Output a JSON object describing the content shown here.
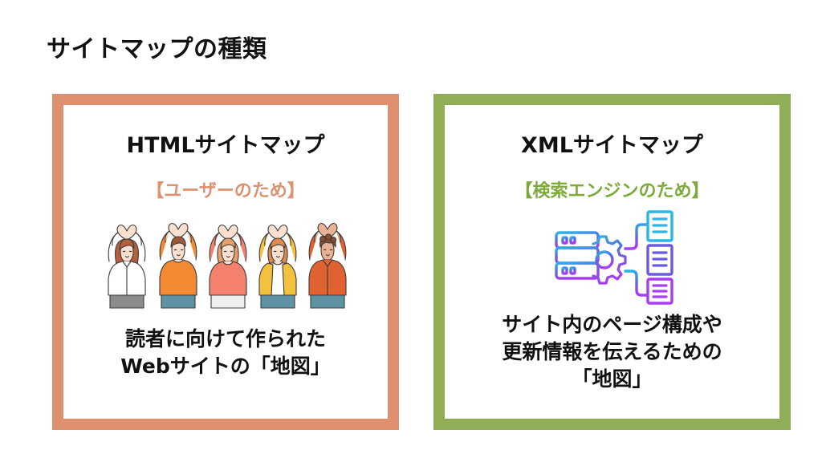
{
  "slide": {
    "title": "サイトマップの種類",
    "background_color": "#ffffff",
    "title_color": "#121212"
  },
  "cards": [
    {
      "id": "html-sitemap",
      "heading": "HTMLサイトマップ",
      "subheading": "【ユーザーのため】",
      "subheading_color": "#dd9272",
      "border_color": "#dd8f6e",
      "illustration": "people-making-heart-hands",
      "description_lines": [
        "読者に向けて作られた",
        "Webサイトの「地図」"
      ]
    },
    {
      "id": "xml-sitemap",
      "heading": "XMLサイトマップ",
      "subheading": "【検索エンジンのため】",
      "subheading_color": "#7dab3b",
      "border_color": "#8fae55",
      "illustration": "server-gear-to-documents",
      "description_lines": [
        "サイト内のページ構成や",
        "更新情報を伝えるための",
        "「地図」"
      ]
    }
  ],
  "illustration_palette": {
    "people": [
      {
        "hair": "#b5603c",
        "top": "#ffffff",
        "bottom": "#8c8c8c"
      },
      {
        "hair": "#9c5a38",
        "top": "#f28a33",
        "bottom": "#5e93a3"
      },
      {
        "hair": "#e8a06a",
        "top": "#f4806e",
        "bottom": "#efefef"
      },
      {
        "hair": "#e08a4e",
        "top": "#f4c13f",
        "bottom": "#5e93a3"
      },
      {
        "hair": "#8a4f2e",
        "top": "#e06232",
        "bottom": "#5e93a3"
      }
    ],
    "skin": "#fbe0cf",
    "outline": "#3b3b3b",
    "xml_gradient_start": "#29b6e8",
    "xml_gradient_end": "#a93df0",
    "xml_doc_top": "#29b6e8",
    "xml_doc_middle": "#6a5ae0",
    "xml_doc_bottom": "#a93df0"
  }
}
